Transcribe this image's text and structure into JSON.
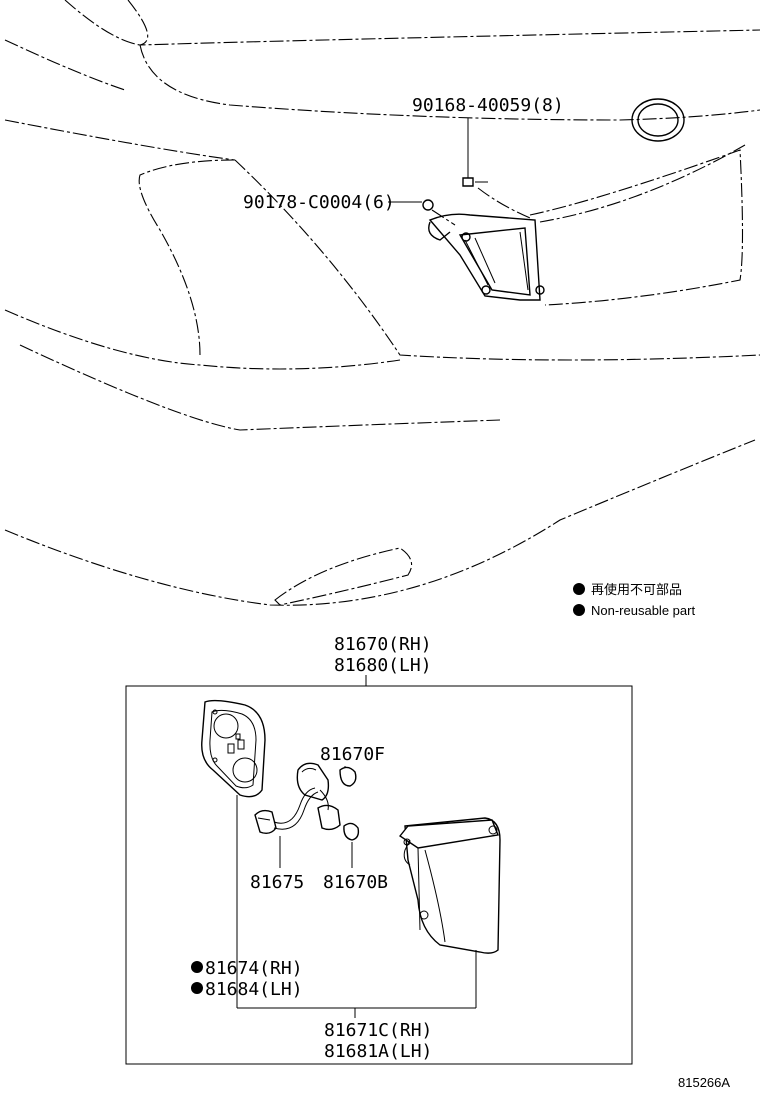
{
  "labels": {
    "bolt": "90168-40059(8)",
    "nut": "90178-C0004(6)",
    "assy_rh": "81670(RH)",
    "assy_lh": "81680(LH)",
    "socket": "81670F",
    "wire": "81675",
    "bulb": "81670B",
    "gasket_rh": "81674(RH)",
    "gasket_lh": "81684(LH)",
    "lens_rh": "81671C(RH)",
    "lens_lh": "81681A(LH)",
    "legend_jp": "再使用不可部品",
    "legend_en": "Non-reusable part",
    "diagram_id": "815266A"
  },
  "icons": {
    "nonreusable_marker": "filled-circle-icon"
  }
}
